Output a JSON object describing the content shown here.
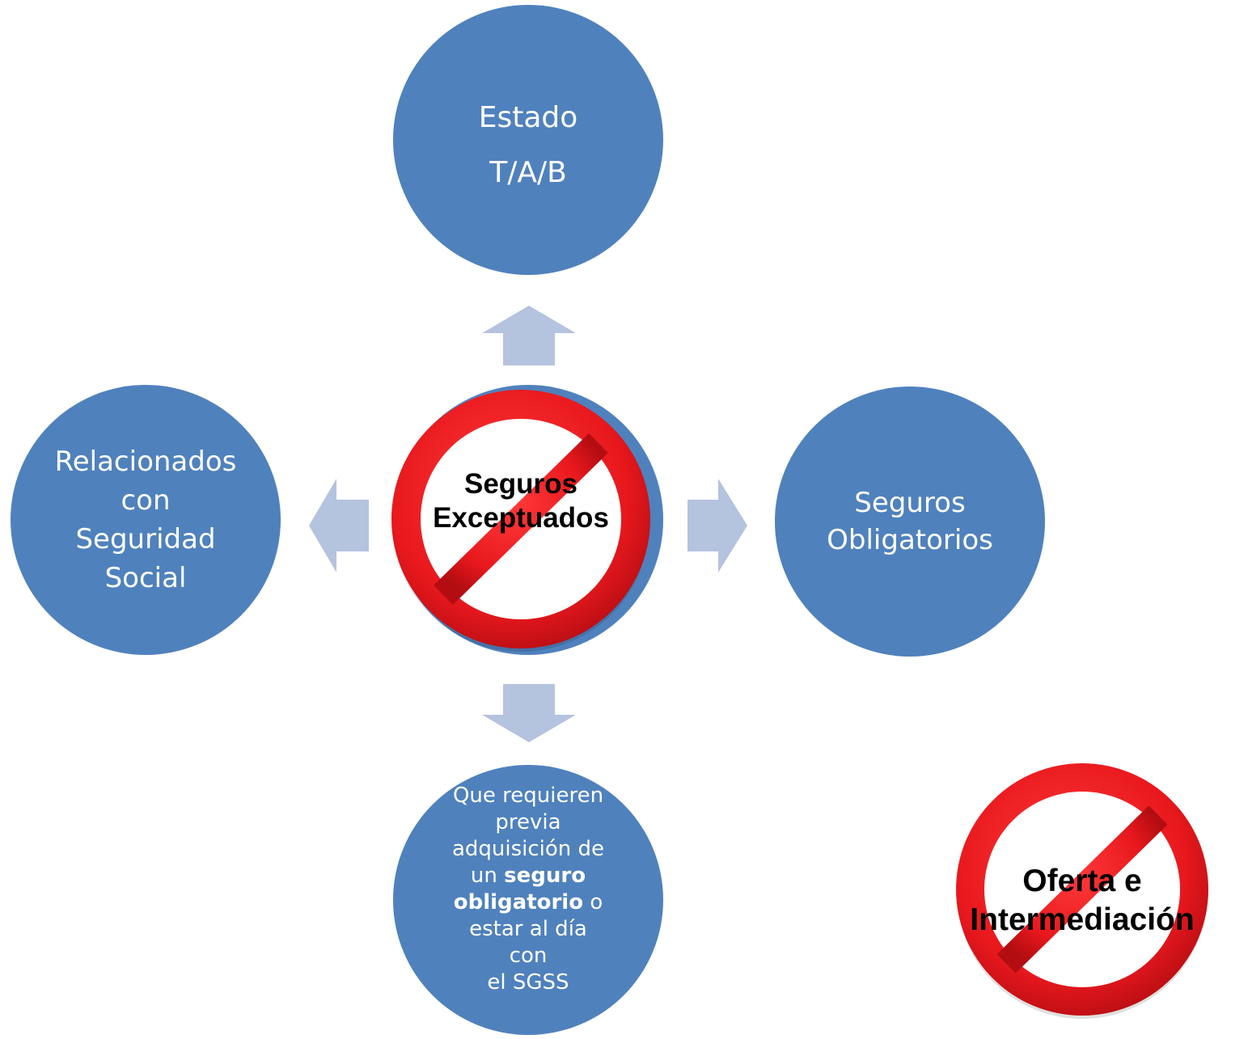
{
  "nodes": {
    "top": {
      "line1": "Estado",
      "line2": "T/A/B"
    },
    "left": {
      "line1": "Relacionados",
      "line2": "con",
      "line3": "Seguridad",
      "line4": "Social"
    },
    "right": {
      "line1": "Seguros",
      "line2": "Obligatorios"
    },
    "bottom": {
      "line1": "Que requieren",
      "line2": "previa",
      "line3": "adquisición de",
      "line4_plain": "un ",
      "line4_bold": "seguro",
      "line5_bold": "obligatorio",
      "line5_plain": " o",
      "line6": "estar al día con",
      "line7": "el SGSS"
    }
  },
  "center_sign": {
    "line1": "Seguros",
    "line2": "Exceptuados"
  },
  "corner_sign": {
    "line1": "Oferta e",
    "line2": "Intermediación"
  },
  "colors": {
    "node_fill": "#4f81bd",
    "arrow_fill": "#b4c3de",
    "sign_red": "#e8181d",
    "sign_white": "#ffffff"
  }
}
